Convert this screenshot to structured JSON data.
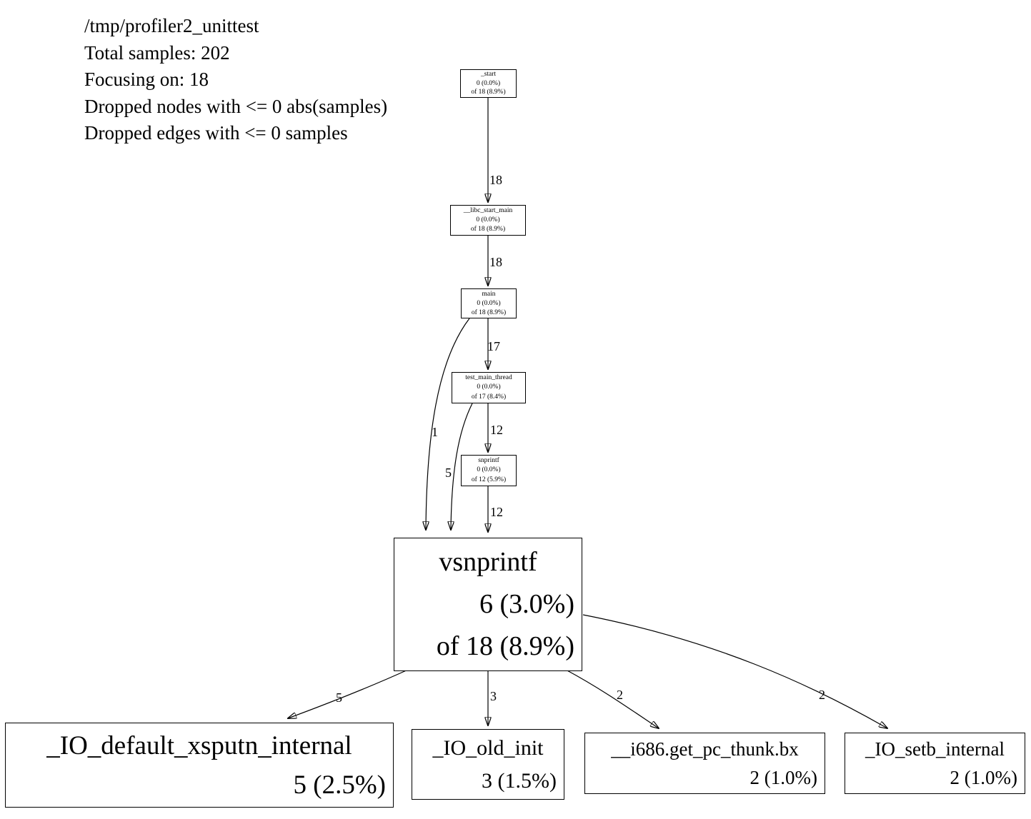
{
  "header": {
    "lines": [
      "/tmp/profiler2_unittest",
      "Total samples: 202",
      "Focusing on: 18",
      "Dropped nodes with <= 0 abs(samples)",
      "Dropped edges with <= 0 samples"
    ]
  },
  "nodes": {
    "start": {
      "name": "_start",
      "self": "0 (0.0%)",
      "total": "of 18 (8.9%)"
    },
    "libc": {
      "name": "__libc_start_main",
      "self": "0 (0.0%)",
      "total": "of 18 (8.9%)"
    },
    "main": {
      "name": "main",
      "self": "0 (0.0%)",
      "total": "of 18 (8.9%)"
    },
    "test": {
      "name": "test_main_thread",
      "self": "0 (0.0%)",
      "total": "of 17 (8.4%)"
    },
    "snprintf": {
      "name": "snprintf",
      "self": "0 (0.0%)",
      "total": "of 12 (5.9%)"
    },
    "vsnprintf": {
      "name": "vsnprintf",
      "self": "6 (3.0%)",
      "total": "of 18 (8.9%)"
    },
    "xsputn": {
      "name": "_IO_default_xsputn_internal",
      "self": "5 (2.5%)"
    },
    "oldinit": {
      "name": "_IO_old_init",
      "self": "3 (1.5%)"
    },
    "thunk": {
      "name": "__i686.get_pc_thunk.bx",
      "self": "2 (1.0%)"
    },
    "setb": {
      "name": "_IO_setb_internal",
      "self": "2 (1.0%)"
    }
  },
  "edges": {
    "start_to_libc": "18",
    "libc_to_main": "18",
    "main_to_test": "17",
    "main_to_vsnprintf": "1",
    "test_to_snprintf": "12",
    "test_to_vsnprintf": "5",
    "snprintf_to_vsnprintf": "12",
    "vsnprintf_to_xsputn": "5",
    "vsnprintf_to_oldinit": "3",
    "vsnprintf_to_thunk": "2",
    "vsnprintf_to_setb": "2"
  },
  "colors": {
    "background": "#ffffff",
    "node_border": "#000000",
    "text": "#000000"
  }
}
